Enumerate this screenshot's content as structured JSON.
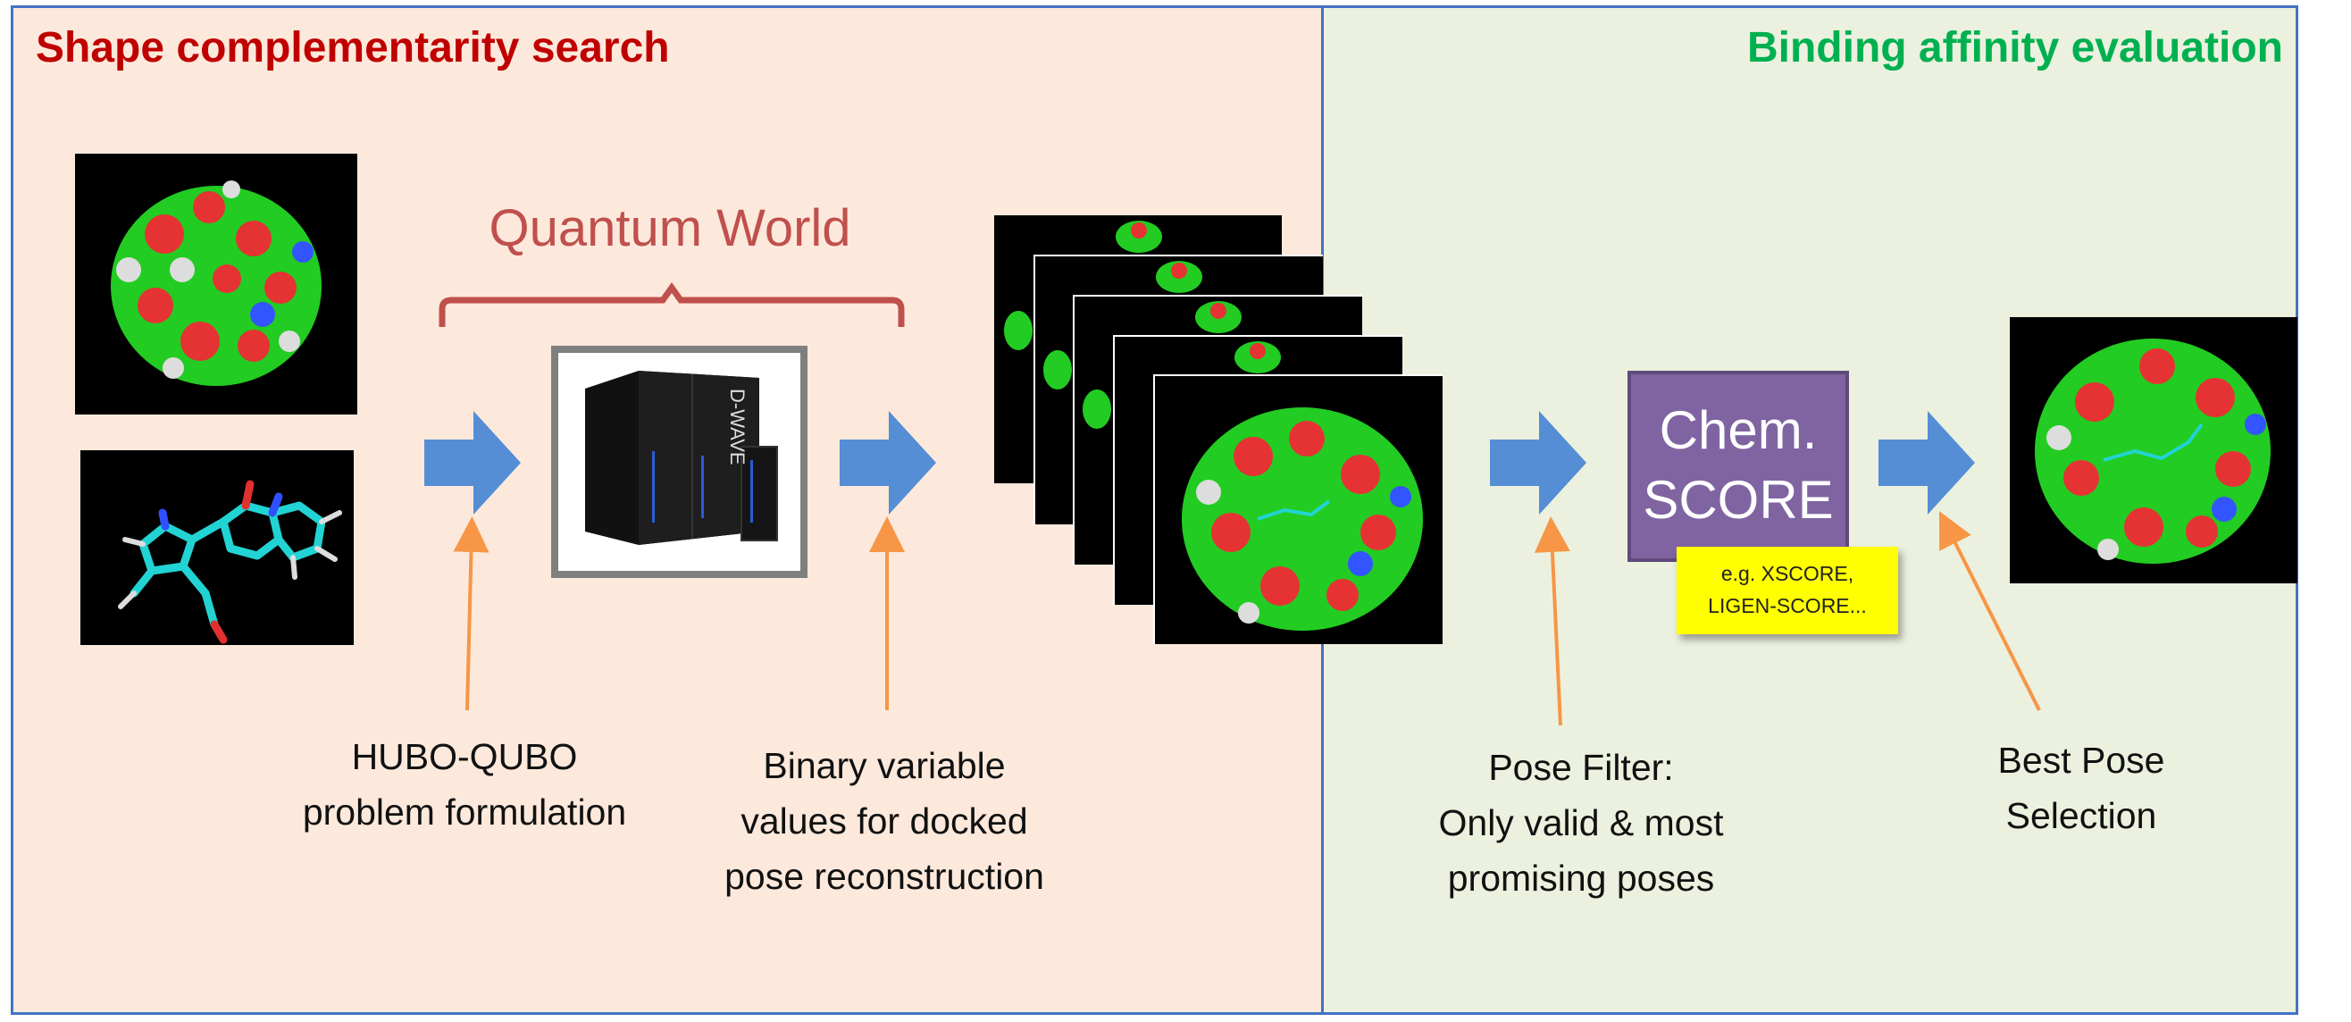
{
  "panels": {
    "left": {
      "title": "Shape complementarity search",
      "color": "#c00000",
      "background": "#fce9dc"
    },
    "right": {
      "title": "Binding affinity evaluation",
      "color": "#00b050",
      "background": "#ebf1de"
    }
  },
  "quantum": {
    "title": "Quantum World",
    "computer_label": "D-WAVE"
  },
  "captions": {
    "hubo": [
      "HUBO-QUBO",
      "problem formulation"
    ],
    "binary": [
      "Binary variable",
      "values for docked",
      "pose reconstruction"
    ],
    "pose_filter": [
      "Pose Filter:",
      "Only valid & most",
      "promising poses"
    ],
    "best_pose": [
      "Best Pose",
      "Selection"
    ]
  },
  "chem": {
    "line1": "Chem.",
    "line2": "SCORE",
    "note_line1": "e.g. XSCORE,",
    "note_line2": "LIGEN-SCORE..."
  },
  "colors": {
    "flow_arrow": "#558ed5",
    "pointer_arrow": "#f79646",
    "border": "#4472c4",
    "chem_box": "#8064a2",
    "note": "#ffff00"
  }
}
